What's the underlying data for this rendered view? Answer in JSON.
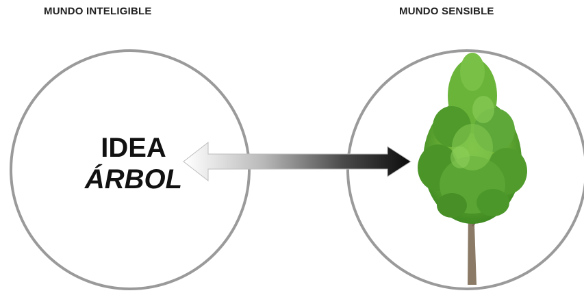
{
  "headings": {
    "left": "MUNDO INTELIGIBLE",
    "right": "MUNDO SENSIBLE"
  },
  "idea_label": {
    "line1": "IDEA",
    "line2": "ÁRBOL"
  },
  "colors": {
    "circle_stroke": "#9a9a9a",
    "arrow_dark": "#111111",
    "arrow_light": "#ffffff",
    "foliage": "#5aa02c",
    "trunk": "#8a7a66"
  },
  "icons": {
    "tree": "tree-icon",
    "arrow": "double-arrow-icon"
  }
}
